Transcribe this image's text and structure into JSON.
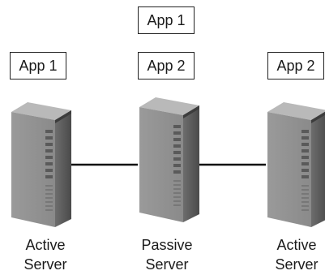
{
  "app_boxes": {
    "left": "App 1",
    "center_top": "App 1",
    "center_bottom": "App 2",
    "right": "App 2"
  },
  "servers": [
    {
      "line1": "Active",
      "line2": "Server"
    },
    {
      "line1": "Passive",
      "line2": "Server"
    },
    {
      "line1": "Active",
      "line2": "Server"
    }
  ],
  "colors": {
    "server_body": "#8a8a8a",
    "server_dark": "#4a4a4a",
    "link_line": "#111111"
  }
}
